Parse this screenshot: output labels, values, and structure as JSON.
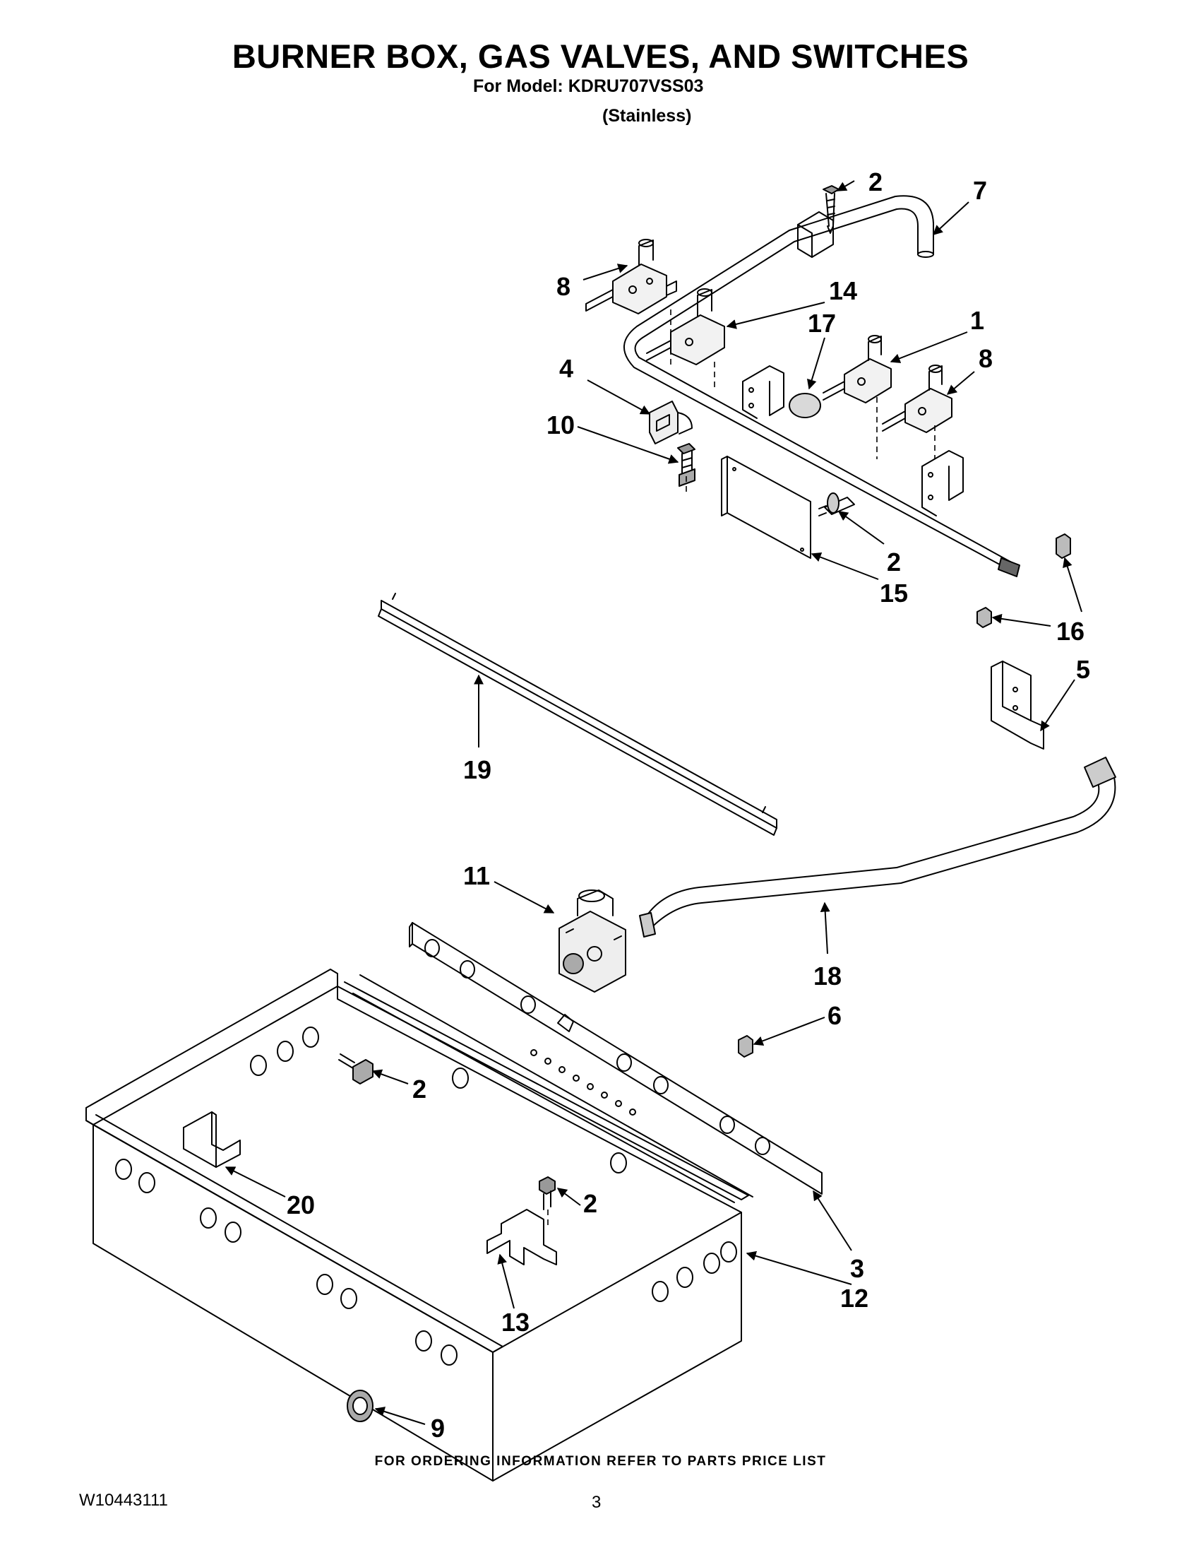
{
  "header": {
    "title": "BURNER BOX, GAS VALVES, AND SWITCHES",
    "model_line": "For Model: KDRU707VSS03",
    "variant": "(Stainless)"
  },
  "callouts": {
    "c1": "1",
    "c2a": "2",
    "c2b": "2",
    "c2c": "2",
    "c2d": "2",
    "c3": "3",
    "c4": "4",
    "c5": "5",
    "c6": "6",
    "c7": "7",
    "c8a": "8",
    "c8b": "8",
    "c9": "9",
    "c10": "10",
    "c11": "11",
    "c12": "12",
    "c13": "13",
    "c14": "14",
    "c15": "15",
    "c16": "16",
    "c17": "17",
    "c18": "18",
    "c19": "19",
    "c20": "20"
  },
  "footer": {
    "ordering_note": "FOR ORDERING INFORMATION REFER TO PARTS PRICE LIST",
    "doc_number": "W10443111",
    "page_number": "3"
  }
}
